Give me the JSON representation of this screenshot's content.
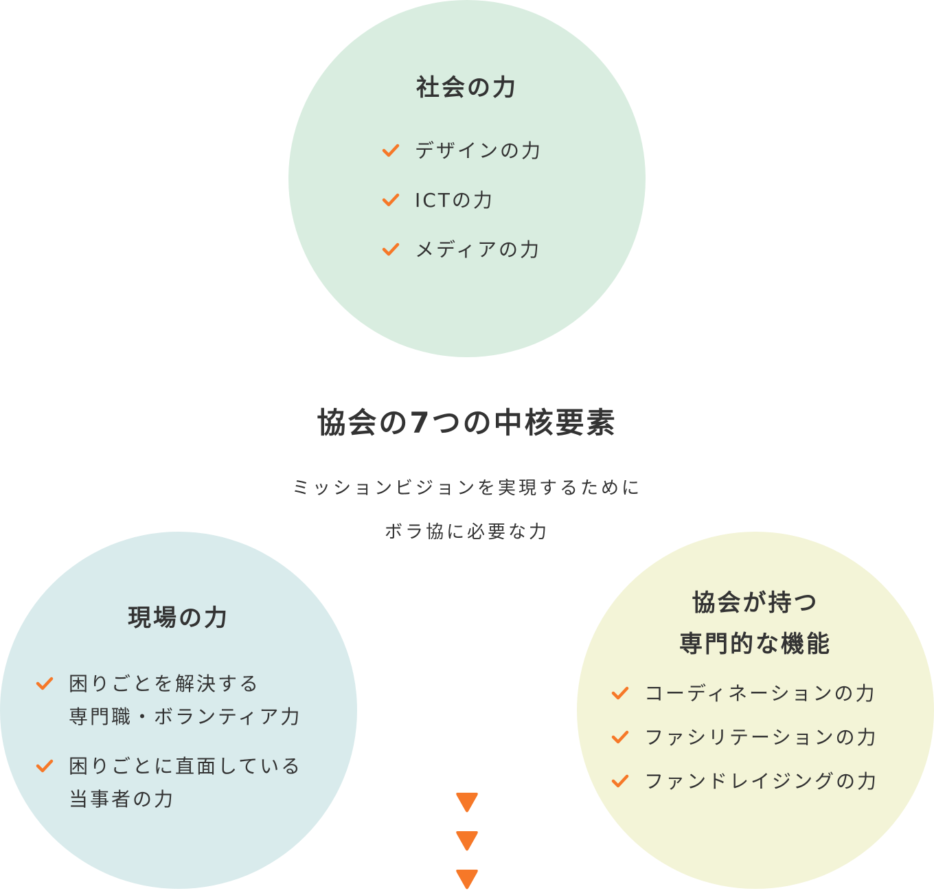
{
  "title": "協会の7つの中核要素",
  "subtitle_lines": [
    "ミッションビジョンを実現するために",
    "ボラ協に必要な力"
  ],
  "colors": {
    "accent": "#f67828",
    "top_circle": "#d9ede0",
    "left_circle": "#d9ebec",
    "right_circle": "#f3f4d7"
  },
  "circles": {
    "top": {
      "title": "社会の力",
      "items": [
        "デザインの力",
        "ICTの力",
        "メディアの力"
      ]
    },
    "left": {
      "title": "現場の力",
      "items": [
        {
          "line1": "困りごとを解決する",
          "line2": "専門職・ボランティア力"
        },
        {
          "line1": "困りごとに直面している",
          "line2": "当事者の力"
        }
      ]
    },
    "right": {
      "title_lines": [
        "協会が持つ",
        "専門的な機能"
      ],
      "items": [
        "コーディネーションの力",
        "ファシリテーションの力",
        "ファンドレイジングの力"
      ]
    }
  }
}
